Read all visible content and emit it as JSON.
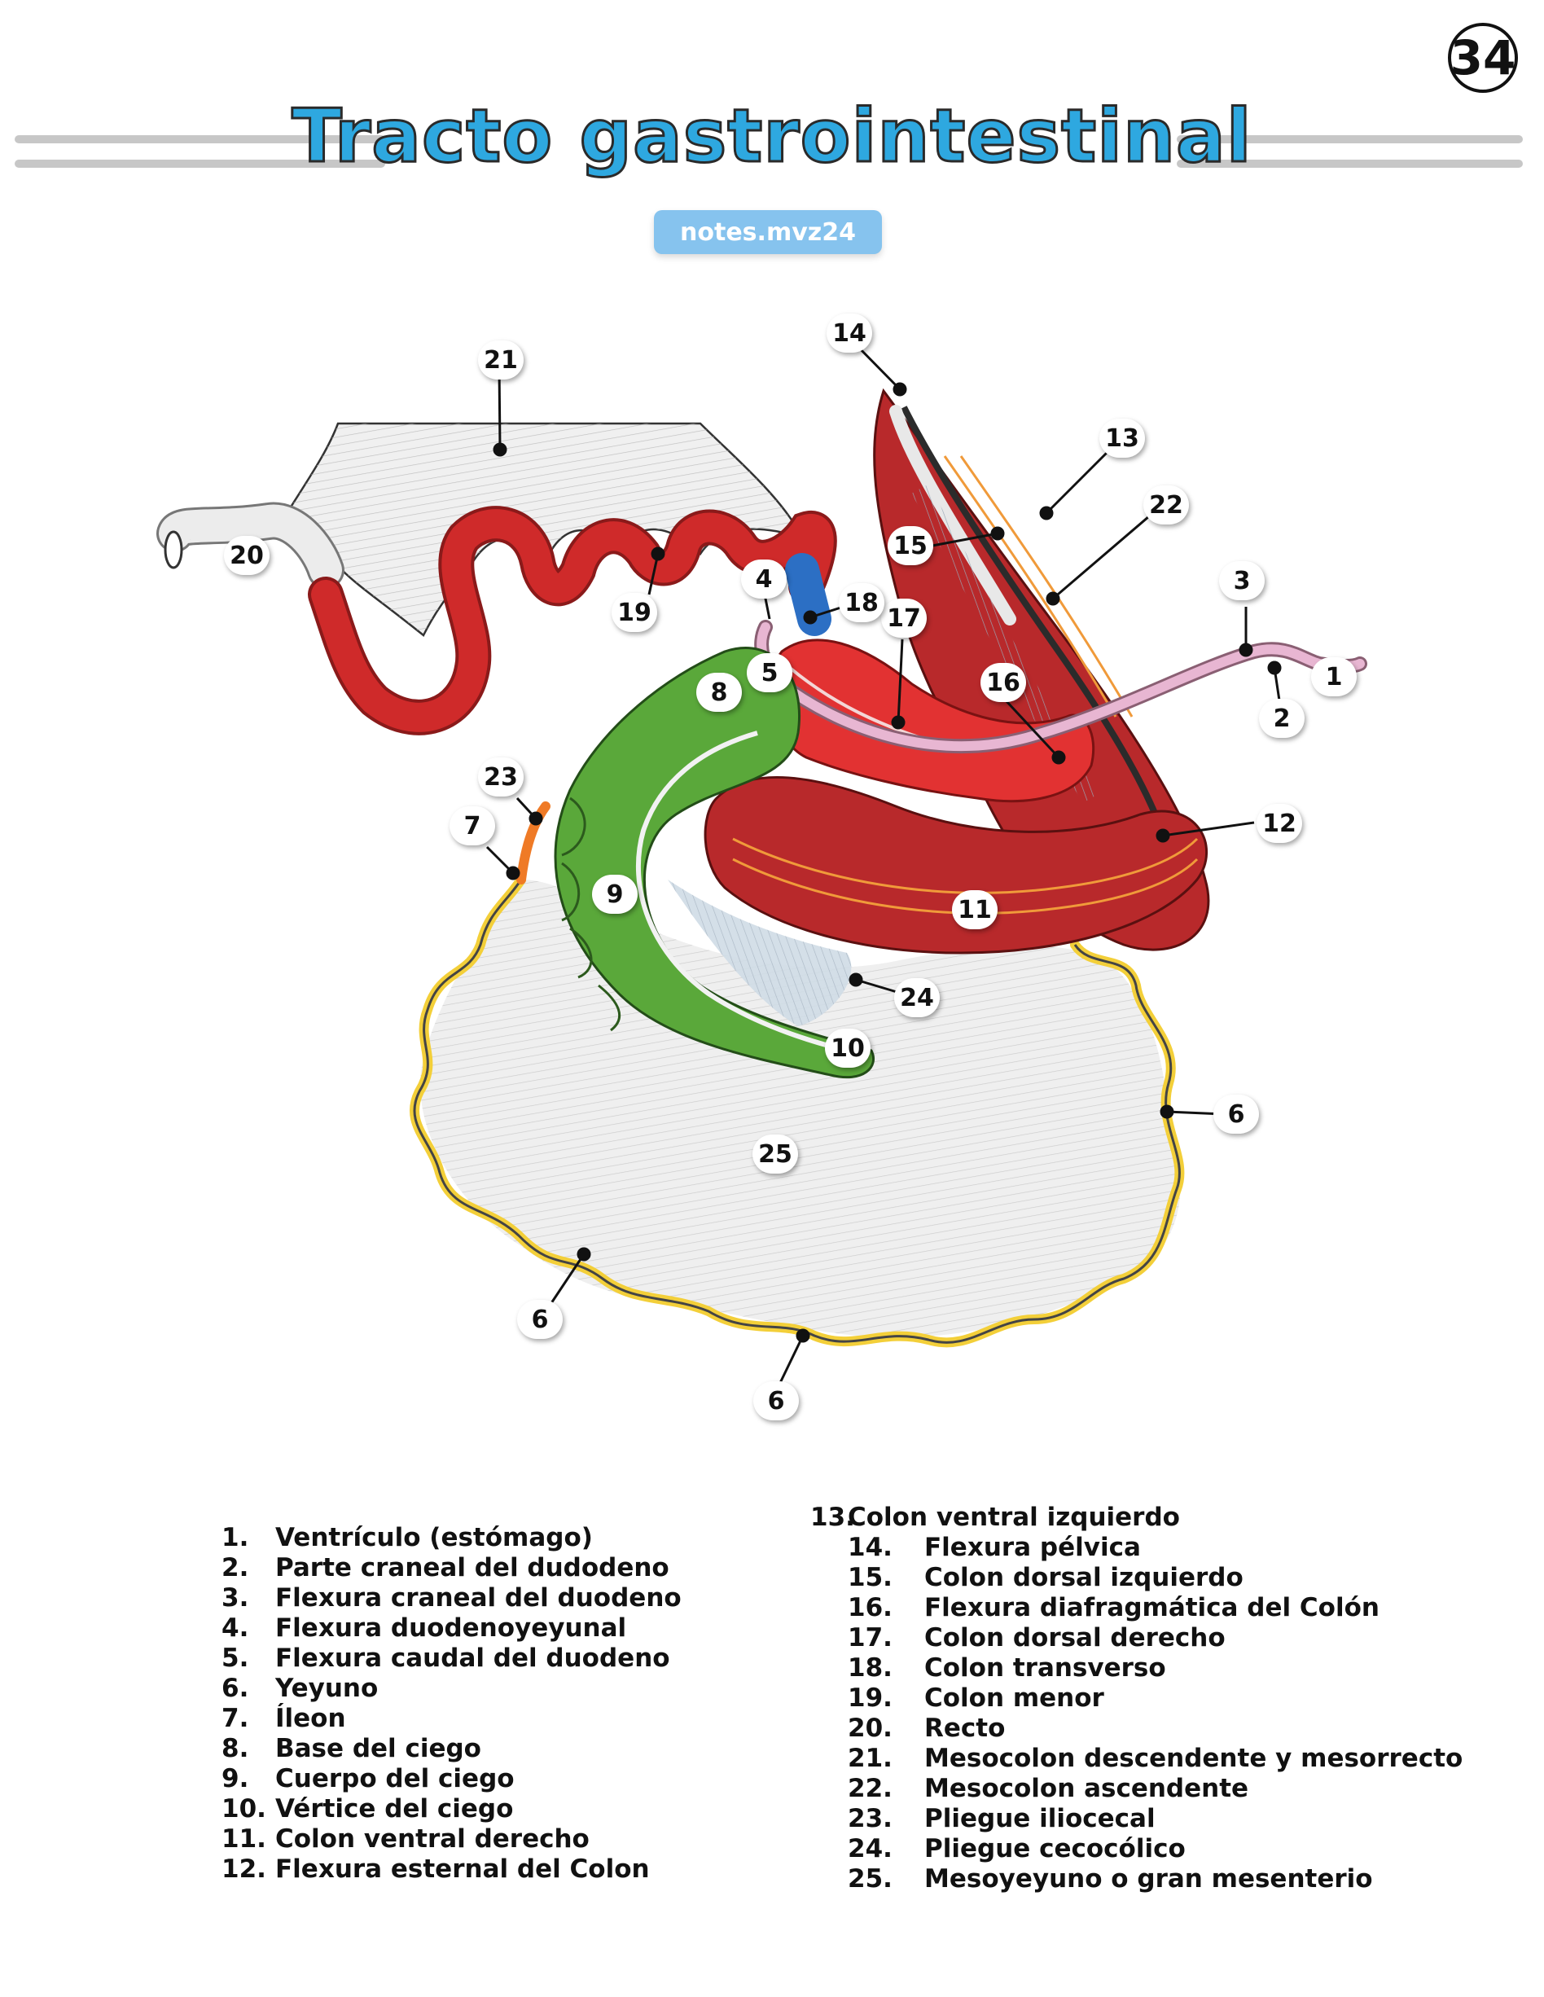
{
  "page_number": "34",
  "title": "Tracto gastrointestinal",
  "source_badge": "notes.mvz24",
  "callouts": {
    "c1": "1",
    "c2": "2",
    "c3": "3",
    "c4": "4",
    "c5": "5",
    "c6a": "6",
    "c6b": "6",
    "c6c": "6",
    "c7": "7",
    "c8": "8",
    "c9": "9",
    "c10": "10",
    "c11": "11",
    "c12": "12",
    "c13": "13",
    "c14": "14",
    "c15": "15",
    "c16": "16",
    "c17": "17",
    "c18": "18",
    "c19": "19",
    "c20": "20",
    "c21": "21",
    "c22": "22",
    "c23": "23",
    "c24": "24",
    "c25": "25"
  },
  "legend_left": [
    {
      "num": "1.",
      "text": "Ventrículo (estómago)"
    },
    {
      "num": "2.",
      "text": "Parte craneal del dudodeno"
    },
    {
      "num": "3.",
      "text": "Flexura craneal del duodeno"
    },
    {
      "num": "4.",
      "text": "Flexura duodenoyeyunal"
    },
    {
      "num": "5.",
      "text": "Flexura caudal del duodeno"
    },
    {
      "num": "6.",
      "text": "Yeyuno"
    },
    {
      "num": "7.",
      "text": "Íleon"
    },
    {
      "num": "8.",
      "text": "Base del ciego"
    },
    {
      "num": "9.",
      "text": "Cuerpo del ciego"
    },
    {
      "num": "10.",
      "text": "Vértice del ciego"
    },
    {
      "num": "11.",
      "text": "Colon ventral derecho"
    },
    {
      "num": "12.",
      "text": "Flexura esternal del Colon"
    }
  ],
  "legend_right_first": {
    "num": "13.",
    "text": "Colon ventral izquierdo"
  },
  "legend_right": [
    {
      "num": "14.",
      "text": "Flexura pélvica"
    },
    {
      "num": "15.",
      "text": "Colon dorsal izquierdo"
    },
    {
      "num": "16.",
      "text": "Flexura diafragmática del Colón"
    },
    {
      "num": "17.",
      "text": "Colon dorsal derecho"
    },
    {
      "num": "18.",
      "text": "Colon transverso"
    },
    {
      "num": "19.",
      "text": "Colon menor"
    },
    {
      "num": "20.",
      "text": "Recto"
    },
    {
      "num": "21.",
      "text": "Mesocolon descendente y mesorrecto"
    },
    {
      "num": "22.",
      "text": "Mesocolon ascendente"
    },
    {
      "num": "23.",
      "text": "Pliegue iliocecal"
    },
    {
      "num": "24.",
      "text": "Pliegue cecocólico"
    },
    {
      "num": "25.",
      "text": "Mesoyeyuno o gran mesenterio"
    }
  ],
  "colors": {
    "title": "#2ea8e0",
    "colon": "#d9262b",
    "cecum": "#5aa83a",
    "transverse_colon": "#2c6fc4",
    "duodenum": "#e8b6d2",
    "jejunum_edge": "#f2cf3c",
    "mesentery": "#ececec"
  }
}
